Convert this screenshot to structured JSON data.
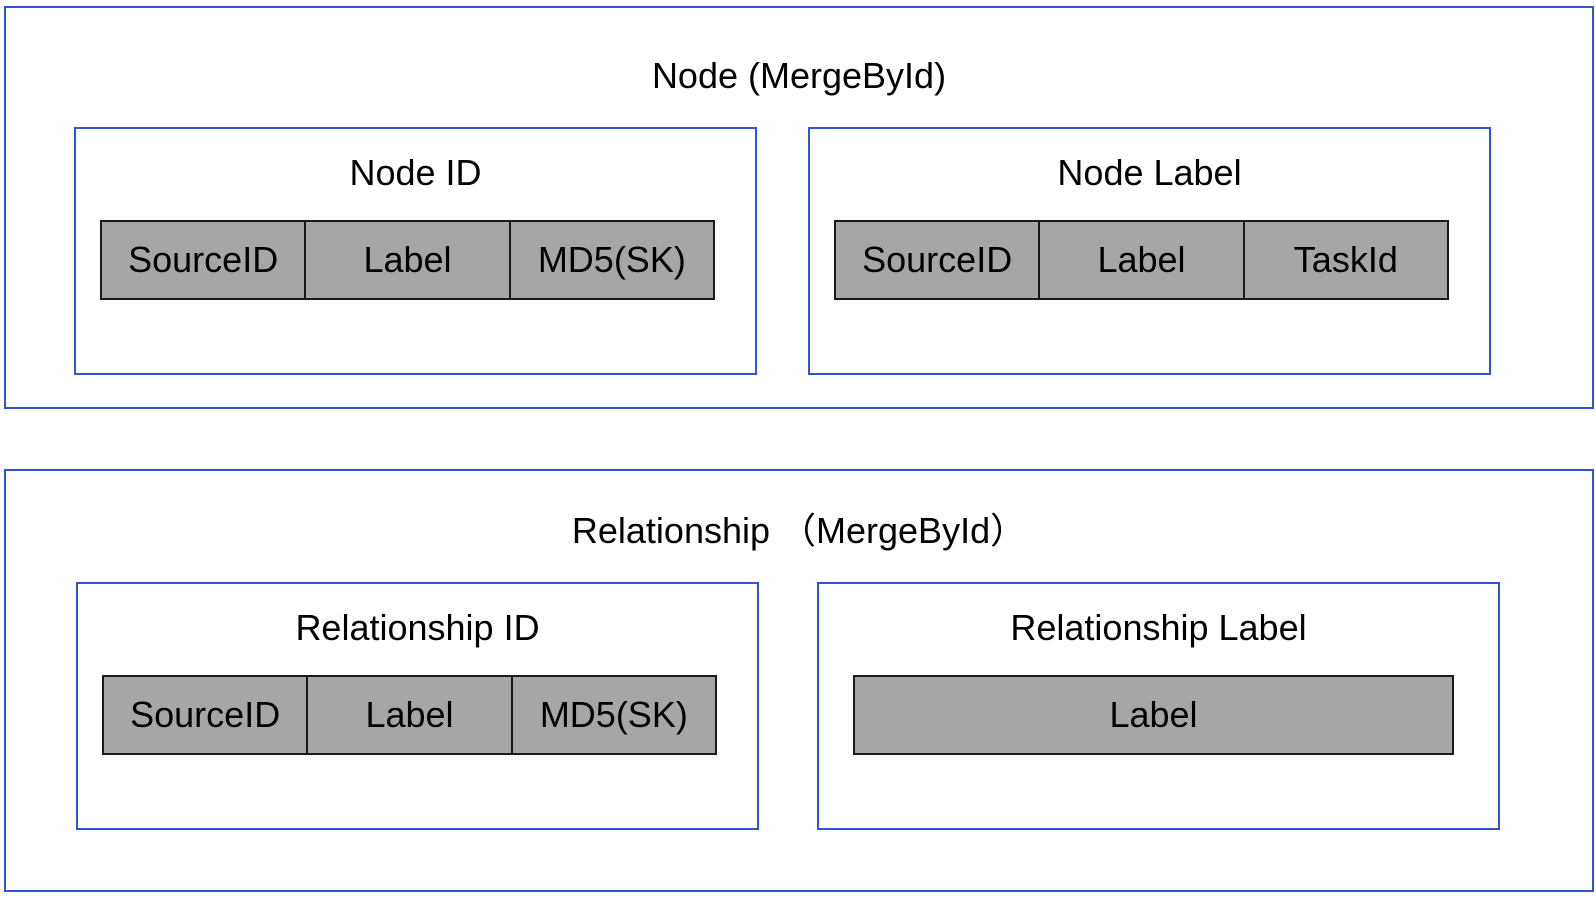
{
  "node": {
    "title": "Node (MergeById)",
    "id_box": {
      "title": "Node ID",
      "fields": [
        "SourceID",
        "Label",
        "MD5(SK)"
      ]
    },
    "label_box": {
      "title": "Node Label",
      "fields": [
        "SourceID",
        "Label",
        "TaskId"
      ]
    }
  },
  "relationship": {
    "title": "Relationship （MergeById）",
    "id_box": {
      "title": "Relationship ID",
      "fields": [
        "SourceID",
        "Label",
        "MD5(SK)"
      ]
    },
    "label_box": {
      "title": "Relationship Label",
      "fields": [
        "Label"
      ]
    }
  },
  "colors": {
    "border": "#2f55d4",
    "field_fill": "#a6a6a6",
    "field_border": "#1a1a1a"
  }
}
